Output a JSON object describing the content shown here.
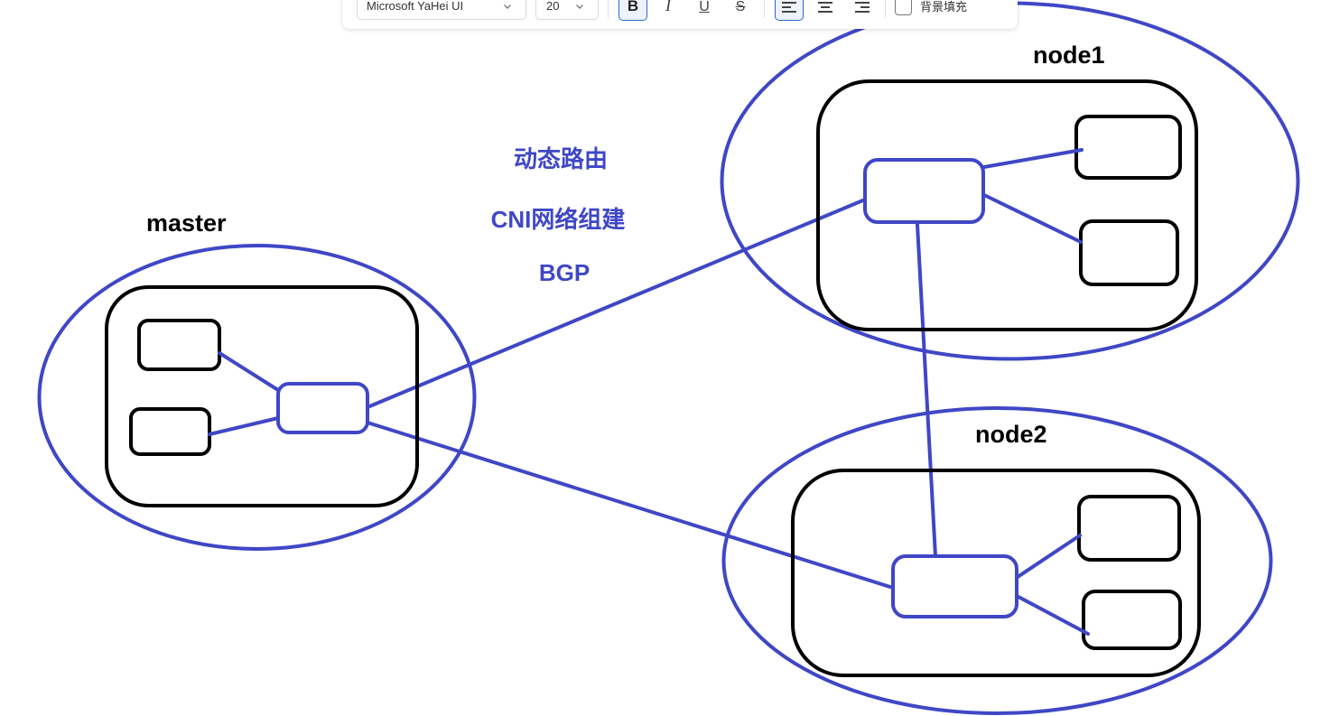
{
  "colors": {
    "accent": "#3f47c6",
    "box_stroke": "#000000",
    "toolbar_active_border": "#2c6bbf"
  },
  "toolbar": {
    "font_select": {
      "value": "Microsoft YaHei UI",
      "icon": "chevron-down-icon"
    },
    "size_select": {
      "value": "20",
      "icon": "chevron-down-icon"
    },
    "bold": {
      "label": "B",
      "active": true
    },
    "italic": {
      "label": "I",
      "active": false
    },
    "underline": {
      "label": "U",
      "active": false
    },
    "strikethrough": {
      "label": "S",
      "active": false
    },
    "align_left": {
      "icon": "align-left-icon",
      "active": true
    },
    "align_center": {
      "icon": "align-center-icon",
      "active": false
    },
    "align_right": {
      "icon": "align-right-icon",
      "active": false
    },
    "background_fill": {
      "label": "背景填充",
      "checked": false
    }
  },
  "diagram": {
    "nodes": [
      {
        "label": "master"
      },
      {
        "label": "node1"
      },
      {
        "label": "node2"
      }
    ],
    "annotations": [
      {
        "text": "动态路由"
      },
      {
        "text": "CNI网络组建"
      },
      {
        "text": "BGP"
      }
    ]
  }
}
